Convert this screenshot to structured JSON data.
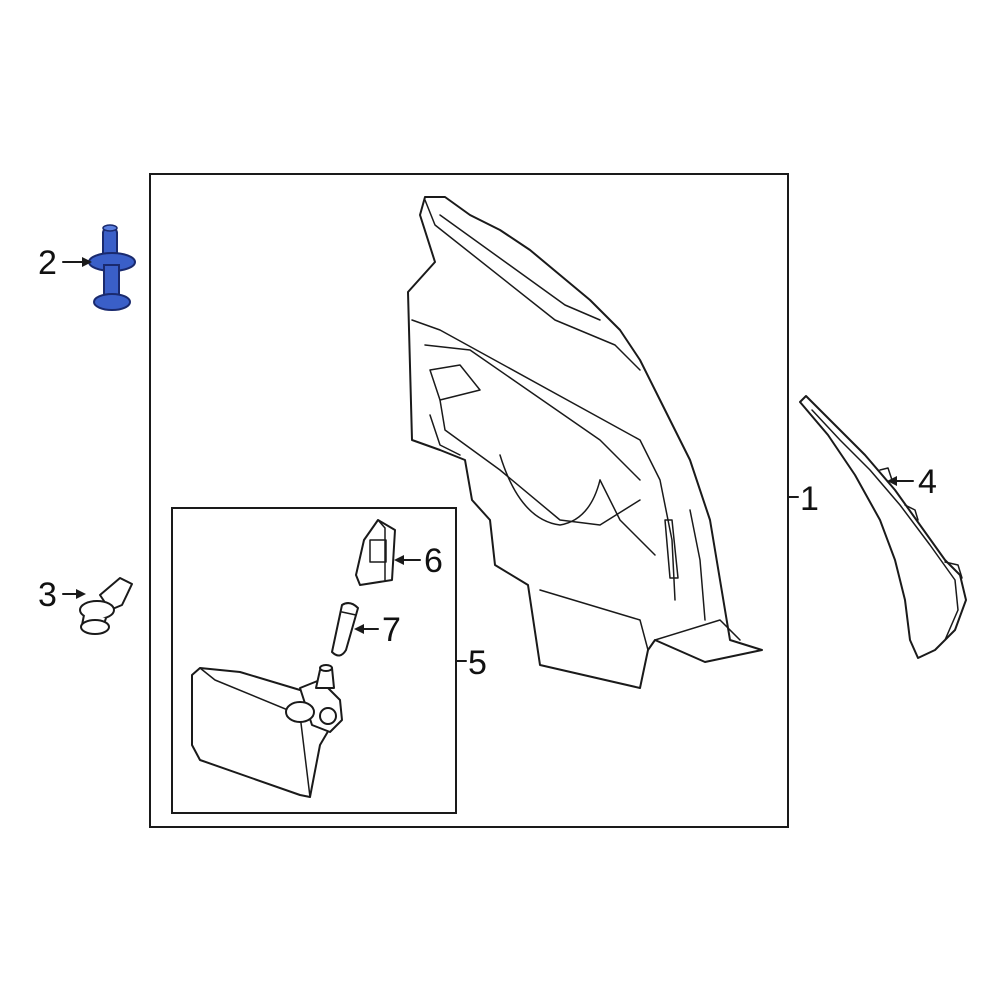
{
  "callouts": {
    "c1": "1",
    "c2": "2",
    "c3": "3",
    "c4": "4",
    "c5": "5",
    "c6": "6",
    "c7": "7"
  },
  "highlight_color": "#3a5fc8",
  "highlighted_part": "2"
}
